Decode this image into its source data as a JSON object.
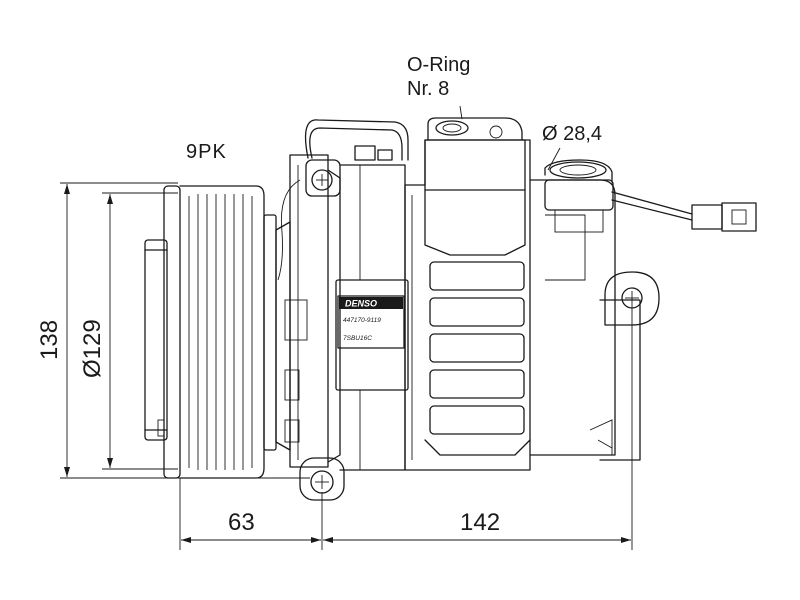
{
  "annotations": {
    "oring_line1": "O-Ring",
    "oring_line2": "Nr. 8",
    "pulley_grooves": "9PK",
    "port_diameter": "Ø 28,4"
  },
  "dimensions": {
    "overall_height": "138",
    "pulley_diameter": "Ø129",
    "pulley_offset": "63",
    "body_length": "142"
  },
  "nameplate": {
    "brand": "DENSO",
    "part_number": "447170-9119",
    "model": "7SBU16C"
  }
}
